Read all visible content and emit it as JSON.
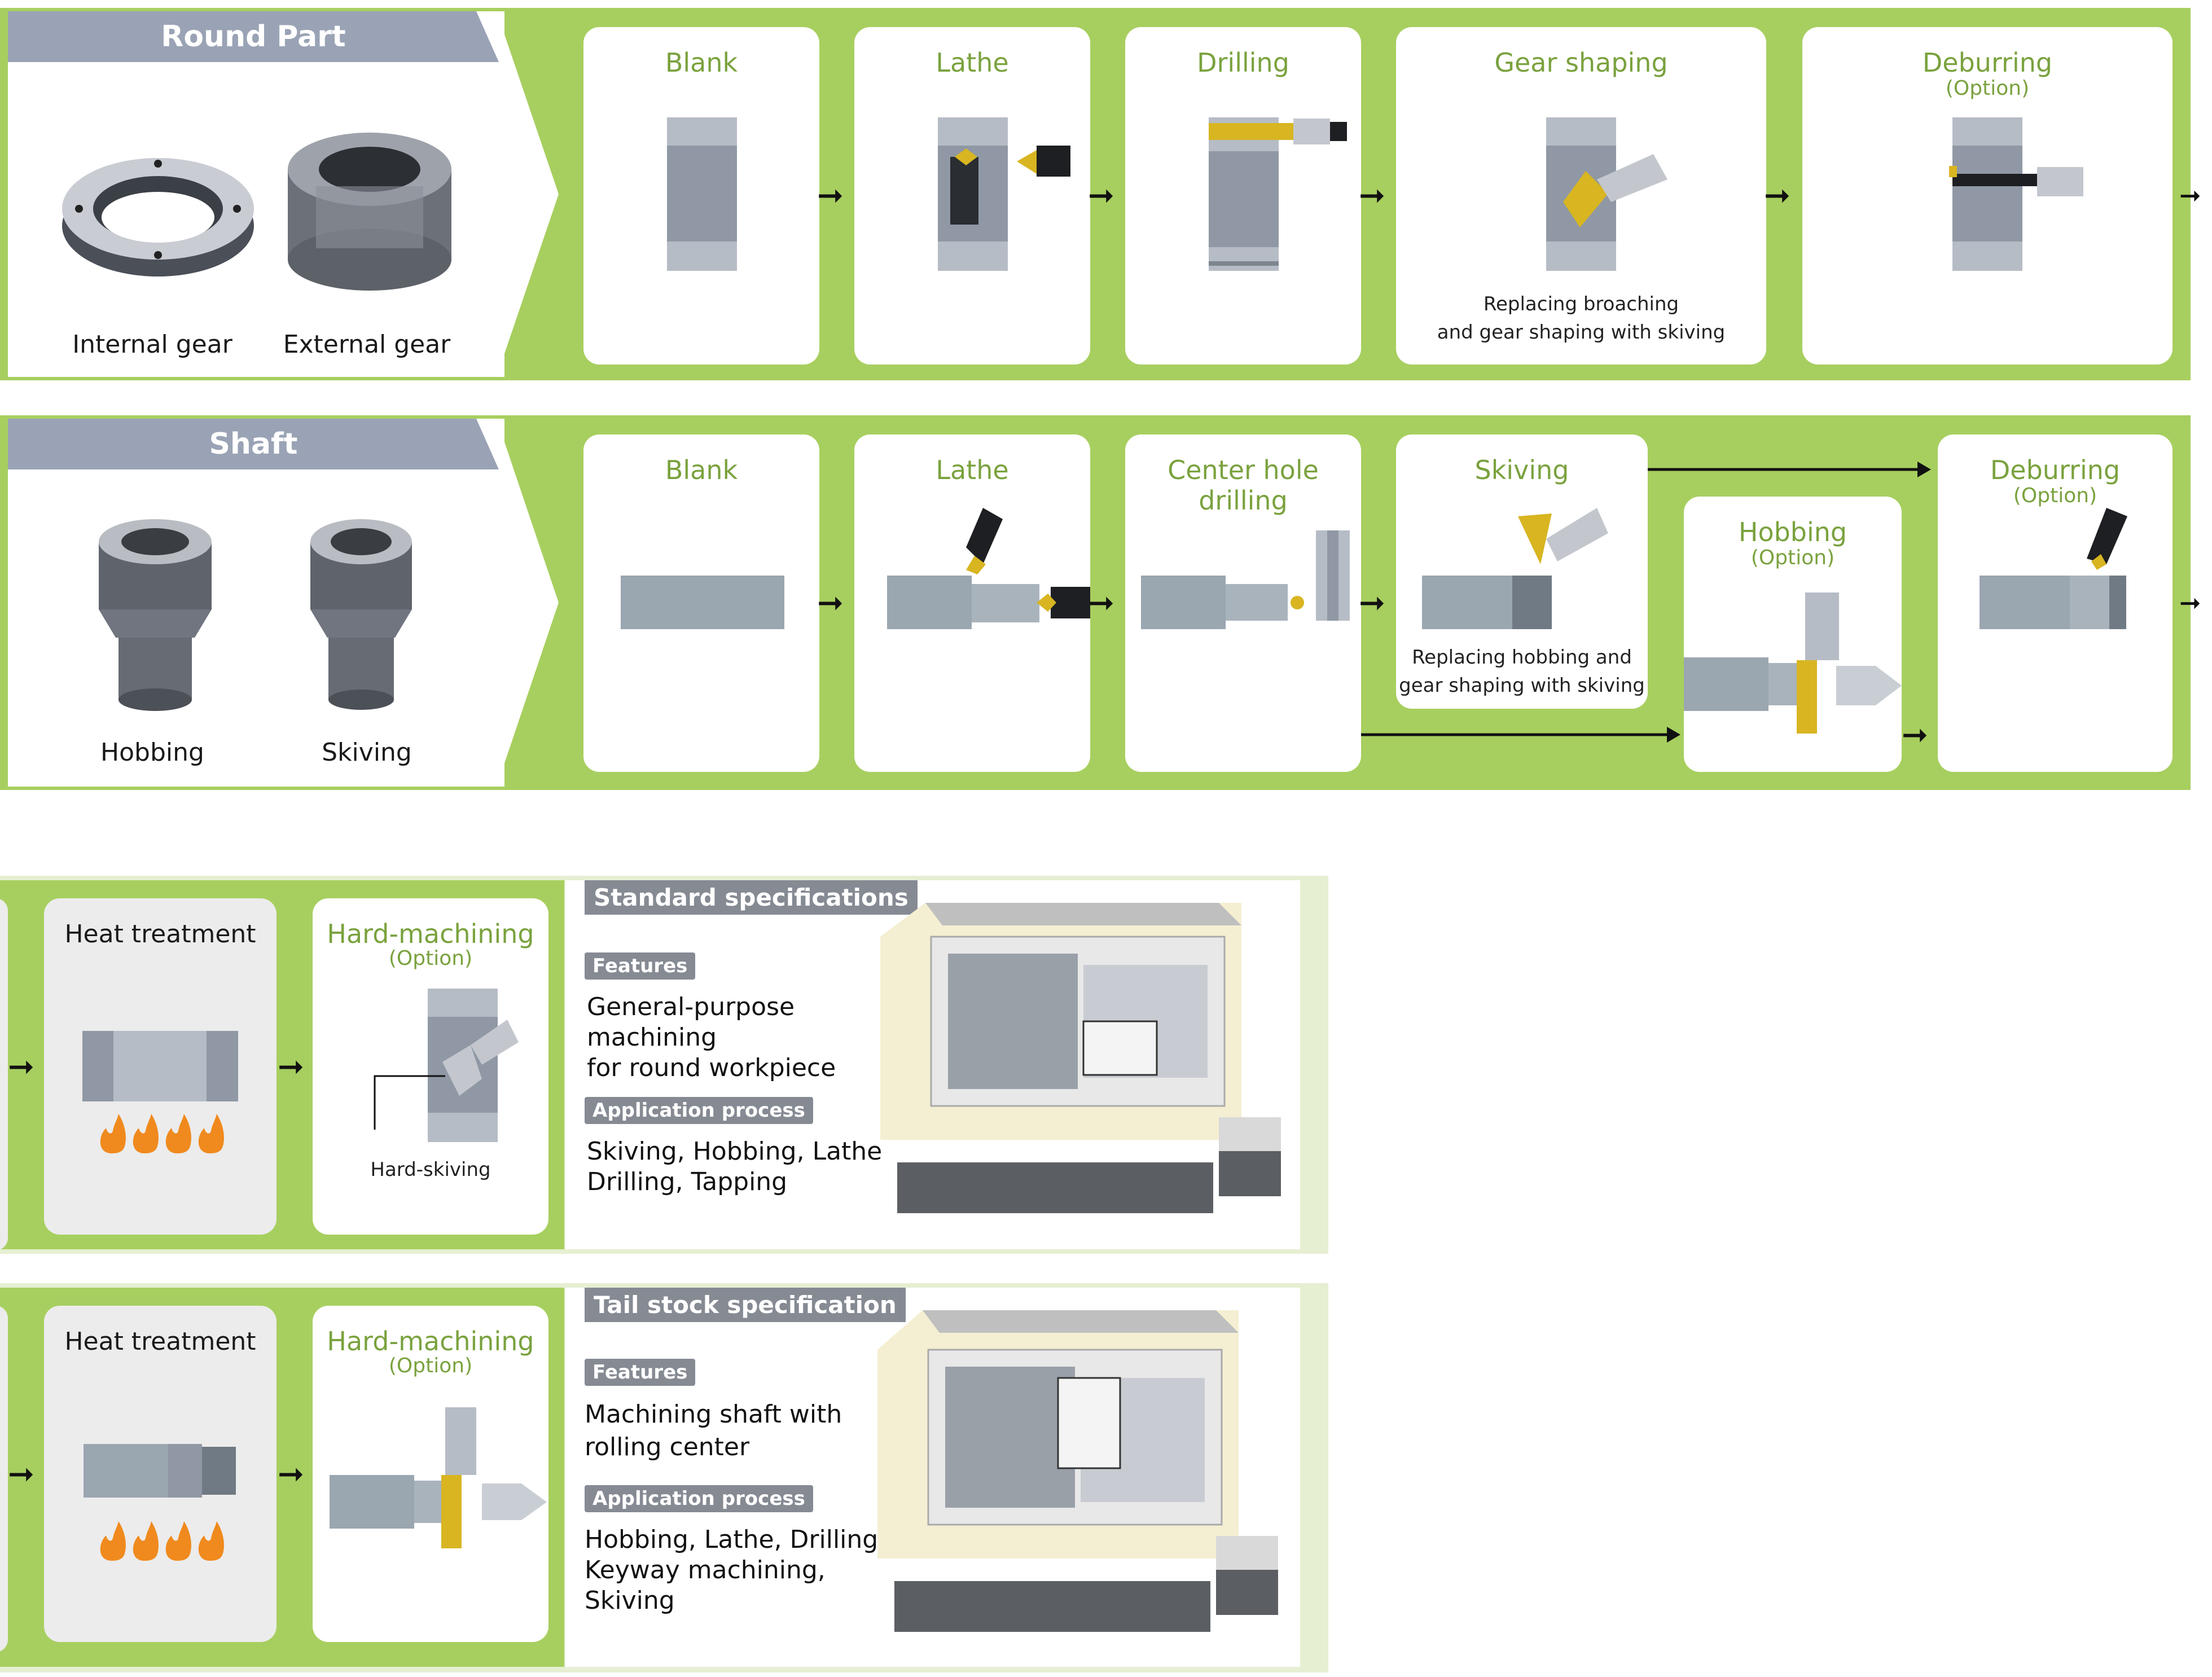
{
  "round_part": {
    "header": "Round Part",
    "parts": [
      "Internal gear",
      "External gear"
    ],
    "steps": [
      {
        "title": "Blank"
      },
      {
        "title": "Lathe"
      },
      {
        "title": "Drilling"
      },
      {
        "title": "Gear shaping",
        "note_line1": "Replacing broaching",
        "note_line2": "and gear shaping with skiving"
      },
      {
        "title": "Deburring",
        "subtitle": "(Option)"
      }
    ]
  },
  "shaft": {
    "header": "Shaft",
    "parts": [
      "Hobbing",
      "Skiving"
    ],
    "steps": [
      {
        "title": "Blank"
      },
      {
        "title": "Lathe"
      },
      {
        "title": "Center hole drilling"
      },
      {
        "title": "Skiving",
        "note_line1": "Replacing hobbing and",
        "note_line2": "gear shaping with skiving"
      },
      {
        "title": "Hobbing",
        "subtitle": "(Option)"
      },
      {
        "title": "Deburring",
        "subtitle": "(Option)"
      }
    ]
  },
  "panel_standard": {
    "heat": "Heat treatment",
    "hard_title": "Hard-machining",
    "hard_sub": "(Option)",
    "hard_note": "Hard-skiving",
    "spec_title": "Standard specifications",
    "features_tag": "Features",
    "features_text": "General-purpose\nmachining\nfor round workpiece",
    "app_tag": "Application process",
    "app_text": "Skiving, Hobbing, Lathe\nDrilling, Tapping"
  },
  "panel_tail": {
    "heat": "Heat treatment",
    "hard_title": "Hard-machining",
    "hard_sub": "(Option)",
    "spec_title": "Tail stock specification",
    "features_tag": "Features",
    "features_text": "Machining shaft with\nrolling center",
    "app_tag": "Application process",
    "app_text": "Hobbing, Lathe, Drilling,\nKeyway machining,\nSkiving"
  },
  "colors": {
    "band_green": "#a7cf5f",
    "title_green": "#7aa23e",
    "header_gray": "#9aa3b5",
    "tag_gray": "#858a93"
  },
  "icons": [
    "right-arrow-icon",
    "flame-icon",
    "tool-icon",
    "machine-illustration"
  ]
}
